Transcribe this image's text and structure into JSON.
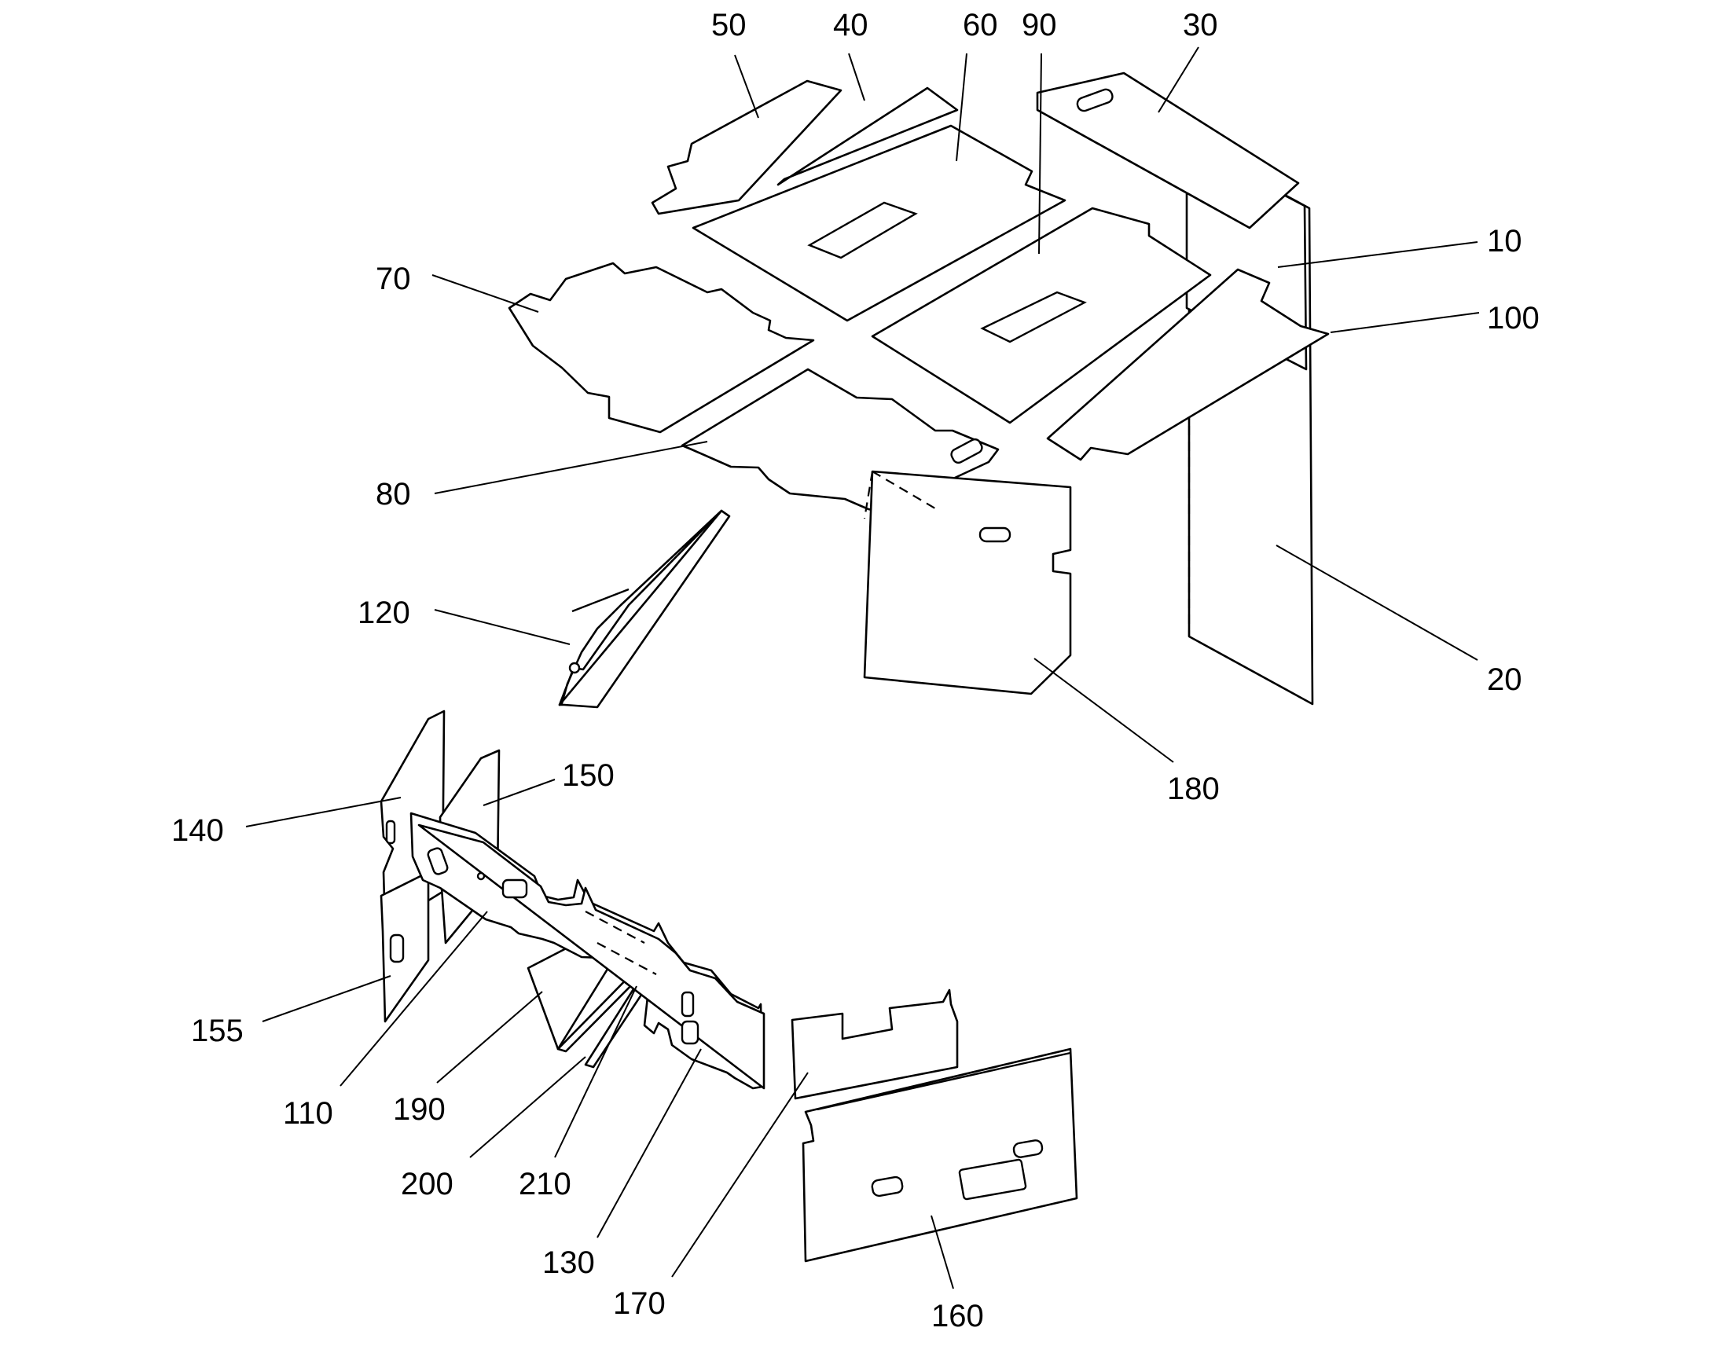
{
  "diagram": {
    "labels": [
      {
        "id": "label-50",
        "text": "50"
      },
      {
        "id": "label-40",
        "text": "40"
      },
      {
        "id": "label-60",
        "text": "60"
      },
      {
        "id": "label-90",
        "text": "90"
      },
      {
        "id": "label-30",
        "text": "30"
      },
      {
        "id": "label-10",
        "text": "10"
      },
      {
        "id": "label-100",
        "text": "100"
      },
      {
        "id": "label-70",
        "text": "70"
      },
      {
        "id": "label-80",
        "text": "80"
      },
      {
        "id": "label-120",
        "text": "120"
      },
      {
        "id": "label-20",
        "text": "20"
      },
      {
        "id": "label-180",
        "text": "180"
      },
      {
        "id": "label-150",
        "text": "150"
      },
      {
        "id": "label-140",
        "text": "140"
      },
      {
        "id": "label-155",
        "text": "155"
      },
      {
        "id": "label-110",
        "text": "110"
      },
      {
        "id": "label-190",
        "text": "190"
      },
      {
        "id": "label-200",
        "text": "200"
      },
      {
        "id": "label-210",
        "text": "210"
      },
      {
        "id": "label-130",
        "text": "130"
      },
      {
        "id": "label-170",
        "text": "170"
      },
      {
        "id": "label-160",
        "text": "160"
      }
    ]
  }
}
